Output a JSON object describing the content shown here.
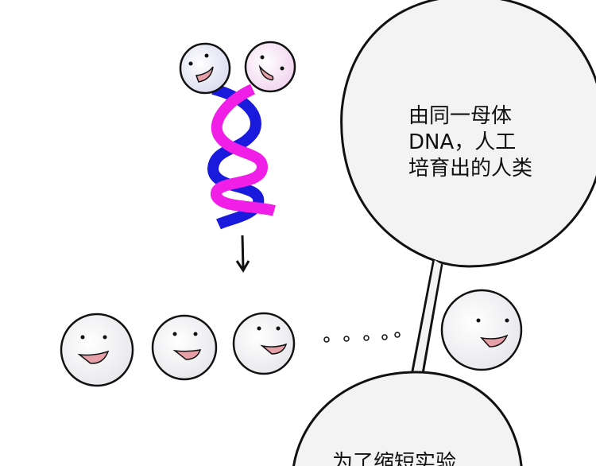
{
  "speech_bubble_top": {
    "lines": [
      "由同一母体",
      "DNA，人工",
      "培育出的人类"
    ]
  },
  "speech_bubble_bottom": {
    "lines": [
      "为了缩短实验"
    ]
  },
  "colors": {
    "strand_blue": "#1a1adc",
    "strand_magenta": "#f01ee6",
    "mouth": "#e8a0a8",
    "face_fill": "#eeeef6",
    "bubble_fill": "#f3f3f3"
  }
}
